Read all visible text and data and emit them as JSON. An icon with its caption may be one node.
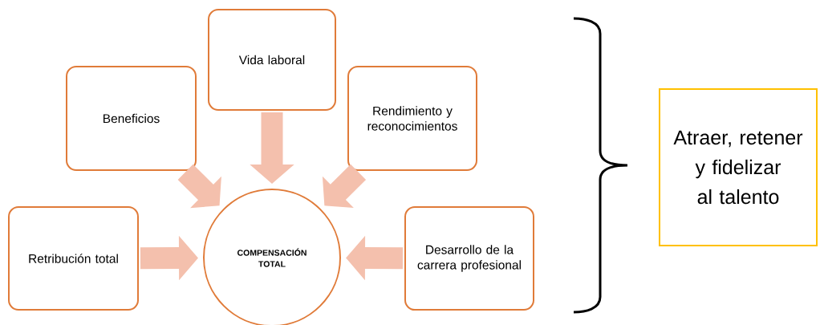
{
  "diagram": {
    "nodes": [
      {
        "text": [
          "Vida laboral"
        ]
      },
      {
        "text": [
          "Beneficios"
        ]
      },
      {
        "text": [
          "Rendimiento y reconocimientos"
        ]
      },
      {
        "text": [
          "Retribución total"
        ]
      },
      {
        "text": [
          "COMPENSACIÓN TOTAL"
        ]
      },
      {
        "text": [
          "Desarrollo de la carrera profesional"
        ]
      },
      {
        "text": [
          "Atraer, retener y fidelizar al talento"
        ]
      }
    ],
    "edges": [
      {
        "from": 0,
        "to": 4,
        "arrow": "to"
      },
      {
        "from": 1,
        "to": 4,
        "arrow": "to"
      },
      {
        "from": 2,
        "to": 4,
        "arrow": "to"
      },
      {
        "from": 3,
        "to": 4,
        "arrow": "to"
      },
      {
        "from": 5,
        "to": 4,
        "arrow": "to"
      }
    ]
  }
}
